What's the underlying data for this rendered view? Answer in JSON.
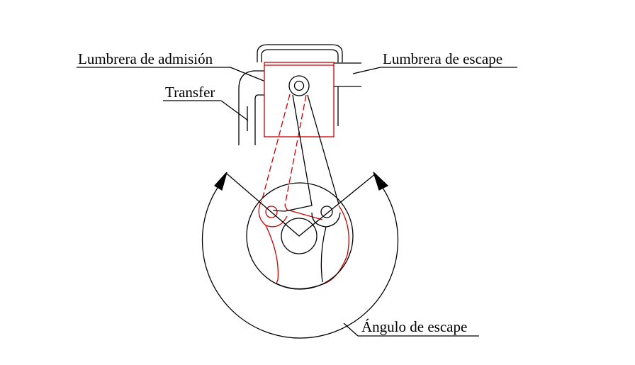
{
  "labels": {
    "intake_port": "Lumbrera de admisión",
    "transfer": "Transfer",
    "exhaust_port": "Lumbrera de escape",
    "exhaust_angle": "Ángulo de escape"
  },
  "colors": {
    "line": "#000000",
    "highlight": "#cc0000"
  }
}
